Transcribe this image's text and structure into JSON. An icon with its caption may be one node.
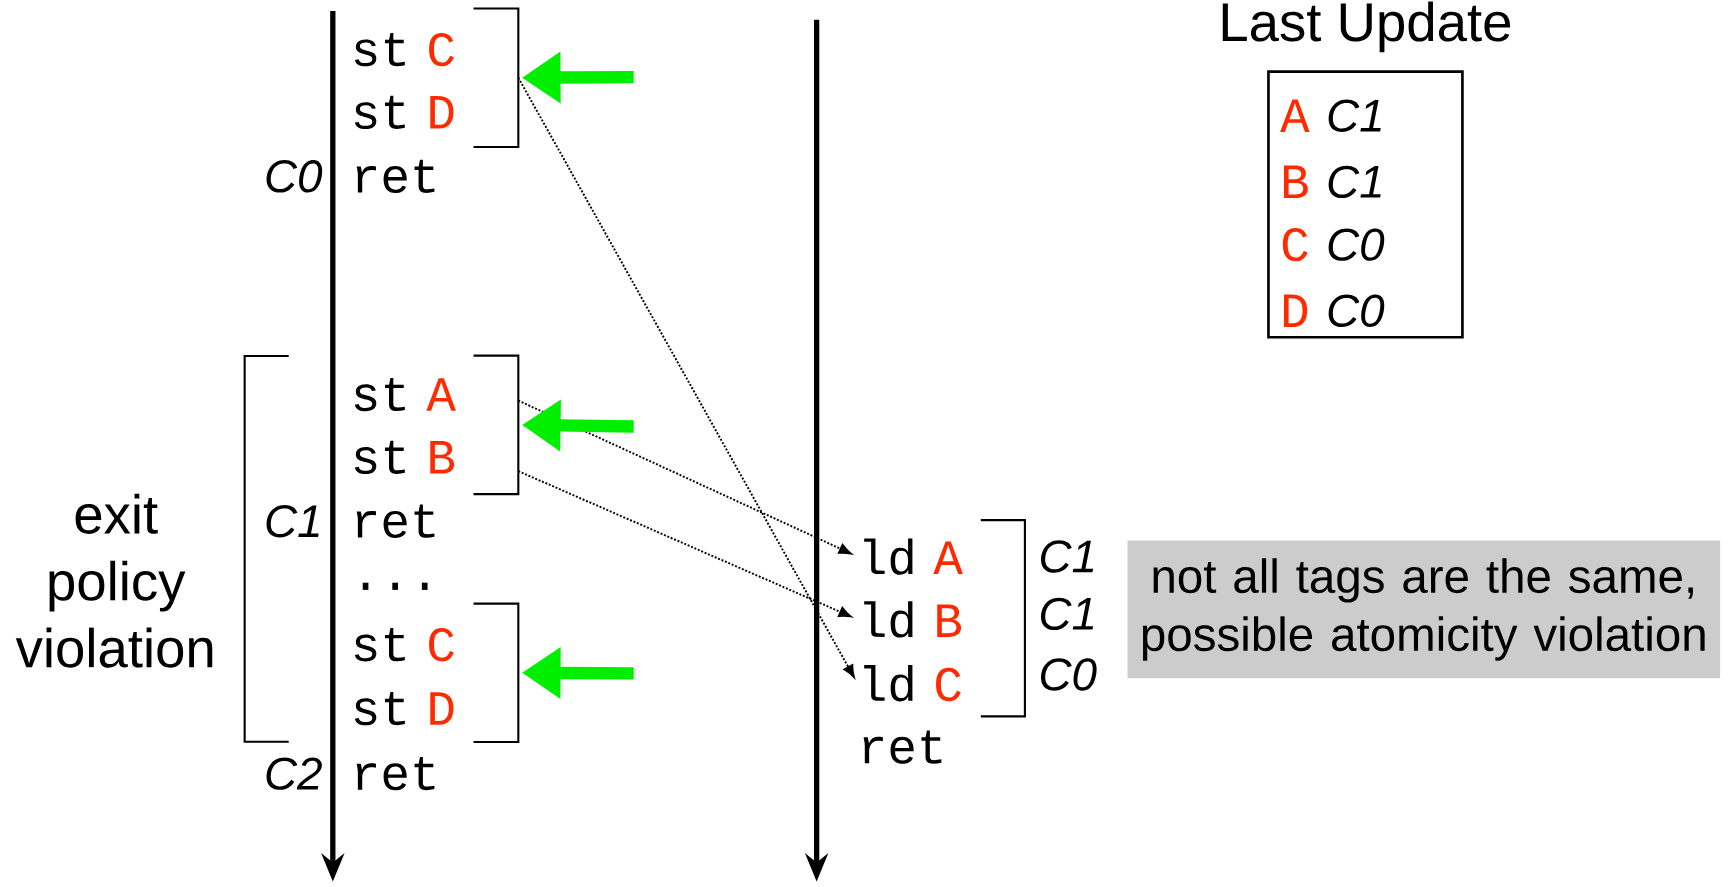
{
  "diagram": {
    "nodes": [
      {
        "text": [
          "st",
          "C"
        ]
      },
      {
        "text": [
          "st",
          "D"
        ]
      },
      {
        "text": [
          "ret"
        ]
      },
      {
        "text": [
          "st",
          "A"
        ]
      },
      {
        "text": [
          "st",
          "B"
        ]
      },
      {
        "text": [
          "ret"
        ]
      },
      {
        "text": [
          "..."
        ]
      },
      {
        "text": [
          "st",
          "C"
        ]
      },
      {
        "text": [
          "st",
          "D"
        ]
      },
      {
        "text": [
          "ret"
        ]
      },
      {
        "text": [],
        "shape": "bracket"
      },
      {
        "text": [],
        "shape": "bracket"
      },
      {
        "text": [],
        "shape": "bracket"
      },
      {
        "text": [
          "ld",
          "A"
        ]
      },
      {
        "text": [
          "ld",
          "B"
        ]
      },
      {
        "text": [
          "ld",
          "C"
        ]
      },
      {
        "text": [
          "ret"
        ]
      },
      {
        "text": [
          "exit policy violation"
        ]
      },
      {
        "text": [
          "Last Update"
        ]
      },
      {
        "text": [
          "not all tags are the same, possible atomicity violation"
        ]
      }
    ],
    "edges": [
      {
        "from": 10,
        "to": 15,
        "arrow": "to",
        "style": "dashed"
      },
      {
        "from": 11,
        "to": 13,
        "arrow": "to",
        "style": "dashed"
      },
      {
        "from": 11,
        "to": 14,
        "arrow": "to",
        "style": "dashed"
      },
      {
        "from": null,
        "to": 10,
        "arrow": "to",
        "style": "thick",
        "color": "#00ee00"
      },
      {
        "from": null,
        "to": 11,
        "arrow": "to",
        "style": "thick",
        "color": "#00ee00"
      },
      {
        "from": null,
        "to": 12,
        "arrow": "to",
        "style": "thick",
        "color": "#00ee00"
      }
    ],
    "labels": [
      "C0",
      "C1",
      "C2",
      "C1",
      "C1",
      "C0",
      "A",
      "C1",
      "B",
      "C1",
      "C",
      "C0",
      "D",
      "C0"
    ]
  }
}
